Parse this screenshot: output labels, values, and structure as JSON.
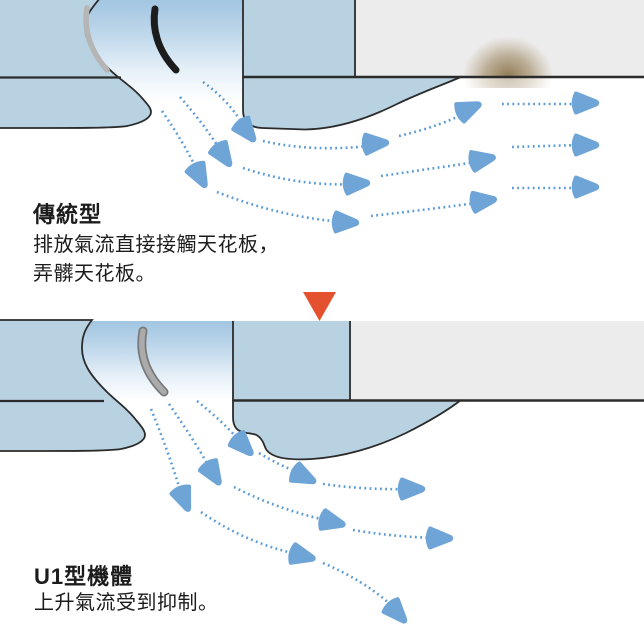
{
  "diagram": {
    "panel_traditional": {
      "title": "傳統型",
      "desc_line1": "排放氣流直接接觸天花板，",
      "desc_line2": "弄髒天花板。"
    },
    "panel_u1": {
      "title": "U1型機體",
      "desc_line1": "上升氣流受到抑制。"
    },
    "icons": {
      "divider_icon": "red-down-triangle",
      "airflow_arrow_icon": "blue-right-triangle",
      "louver_dark_icon": "curved-black-louver",
      "louver_gray_icon": "curved-gray-louver",
      "dirt_stain_icon": "brown-smudge"
    },
    "colors": {
      "unit_body": "#b8d2e1",
      "duct_blue": "#a2c5e1",
      "ceiling_gray": "#ececec",
      "airflow_dots": "#5b9bd5",
      "arrowhead": "#6fa5d6",
      "outline": "#2b2b2b",
      "accent_red": "#e4512e",
      "dirt": "#7d6436"
    }
  }
}
